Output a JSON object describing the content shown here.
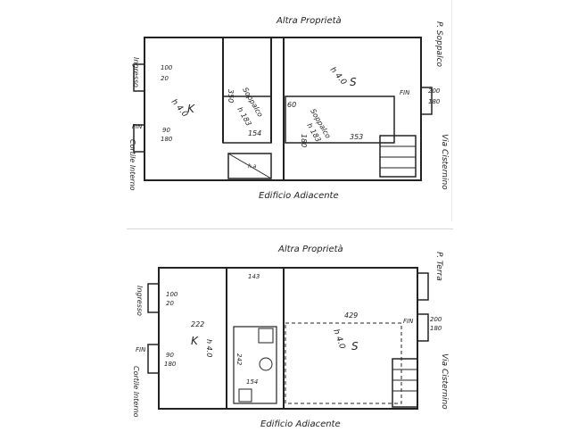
{
  "plan_top": {
    "top_side": "Altra Proprietà",
    "bottom_side": "Edificio Adiacente",
    "right_side_a": "P. Soppalco",
    "right_side_b": "Via Cisternino",
    "left_side_a": "Ingresso",
    "left_side_b": "Cortile Interno",
    "room_k": "K",
    "room_k_height": "h 4.0",
    "room_s": "S",
    "room_s_height": "h 4.0",
    "soppalco_left": "Soppalco",
    "soppalco_left_h": "h 183",
    "soppalco_right": "Soppalco",
    "soppalco_right_h": "h 183",
    "dim_350": "350",
    "dim_154": "154",
    "dim_60": "60",
    "dim_180": "180",
    "dim_353": "353",
    "win_left_1": "100",
    "win_left_1b": "20",
    "win_left_2": "90",
    "win_left_2b": "180",
    "win_right_1": "200",
    "win_right_1b": "180",
    "fin_left": "FIN",
    "fin_right": "FIN",
    "wc_label": "h.a"
  },
  "plan_bottom": {
    "top_side": "Altra Proprietà",
    "bottom_side": "Edificio Adiacente",
    "right_side_a": "P. Terra",
    "right_side_b": "Via Cisternino",
    "left_side_a": "Ingresso",
    "left_side_b": "Cortile Interno",
    "room_k": "K",
    "room_k_height": "h 4.0",
    "room_s": "S",
    "room_s_height": "h 4.0",
    "dim_222": "222",
    "dim_429": "429",
    "dim_143": "143",
    "dim_154": "154",
    "dim_242": "242",
    "win_left_1": "100",
    "win_left_1b": "20",
    "win_left_2": "90",
    "win_left_2b": "180",
    "win_right_1": "200",
    "win_right_1b": "180",
    "fin_left": "FIN",
    "fin_right": "FIN"
  }
}
